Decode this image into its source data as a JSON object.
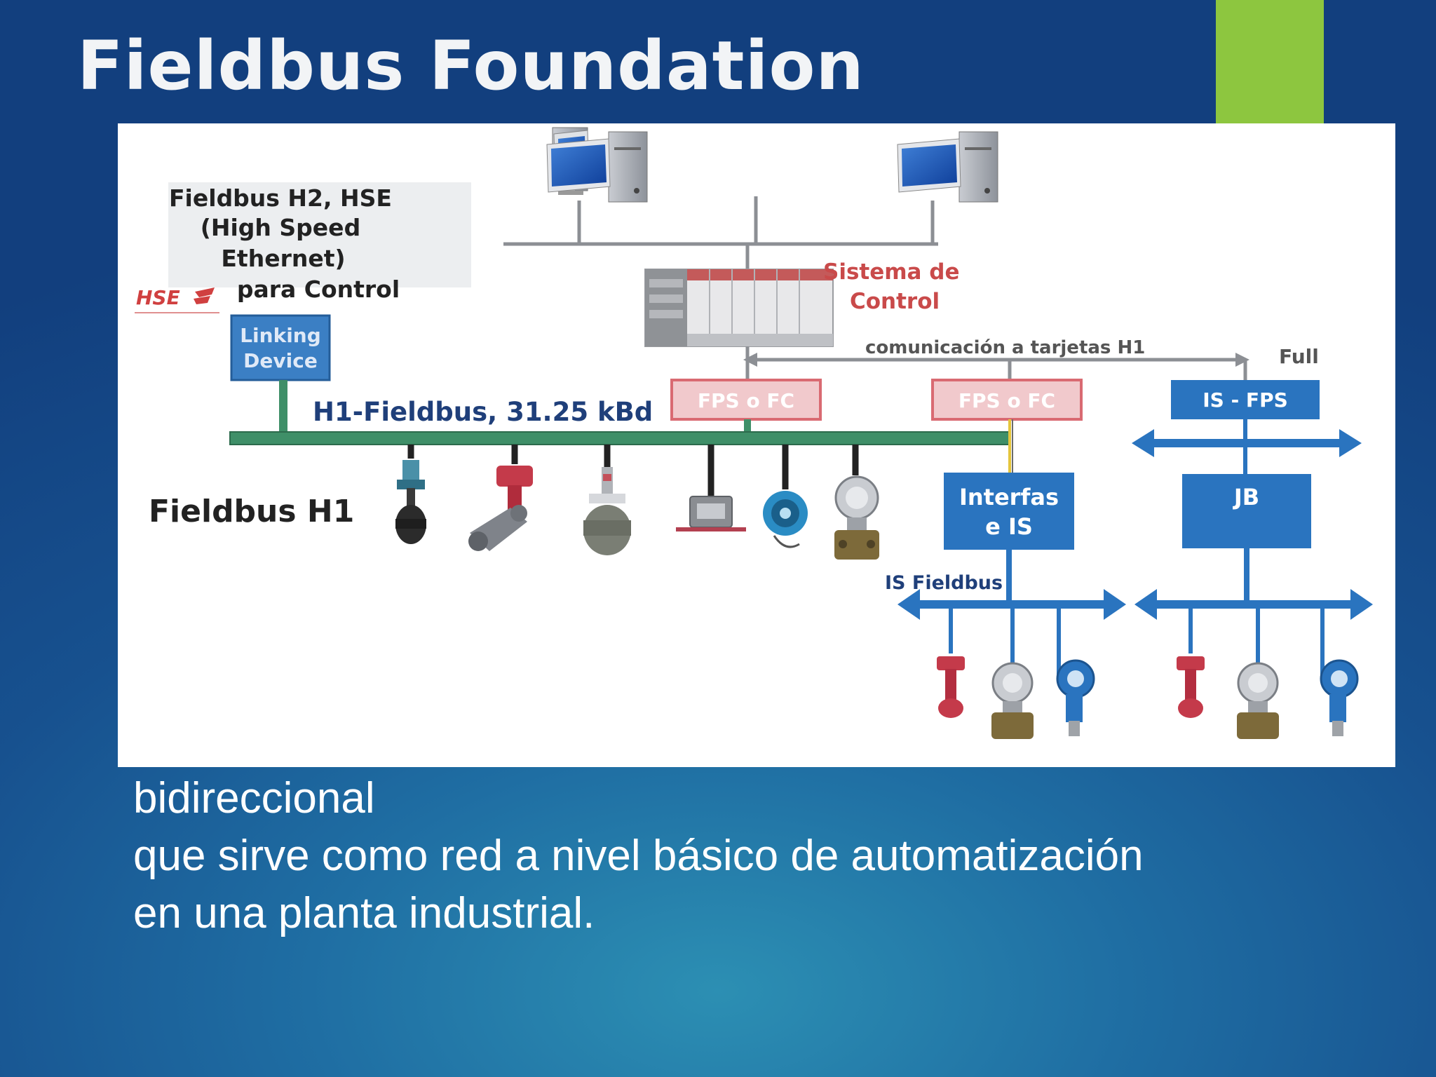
{
  "slide": {
    "title": "Fieldbus Foundation",
    "accent_color": "#8dc63f",
    "body_lines": [
      "bidireccional",
      "que sirve como red a nivel básico de automatización",
      "en una planta industrial."
    ]
  },
  "diagram": {
    "hse_title_lines": [
      "Fieldbus H2, HSE",
      "(High Speed",
      "Ethernet)",
      "para Control"
    ],
    "hse_logo_text": "HSE",
    "linking_device_lines": [
      "Linking",
      "Device"
    ],
    "h1_bus_label": "H1-Fieldbus, 31.25 kBd",
    "fieldbus_h1_label": "Fieldbus H1",
    "control_system_lines": [
      "Sistema de",
      "Control"
    ],
    "h1_cards_comm_label": "comunicación a tarjetas H1",
    "full_label": "Full",
    "fps_fc_label": "FPS o FC",
    "is_fps_label": "IS - FPS",
    "interface_lines": [
      "Interfas",
      "e IS"
    ],
    "jb_label": "JB",
    "is_fieldbus_label": "IS Fieldbus",
    "colors": {
      "box_blue": "#2a74bf",
      "bus_green": "#3f8f68",
      "fps_red": "#d96a72",
      "text_red": "#c94a4a",
      "text_navy": "#1f3f7a"
    }
  }
}
